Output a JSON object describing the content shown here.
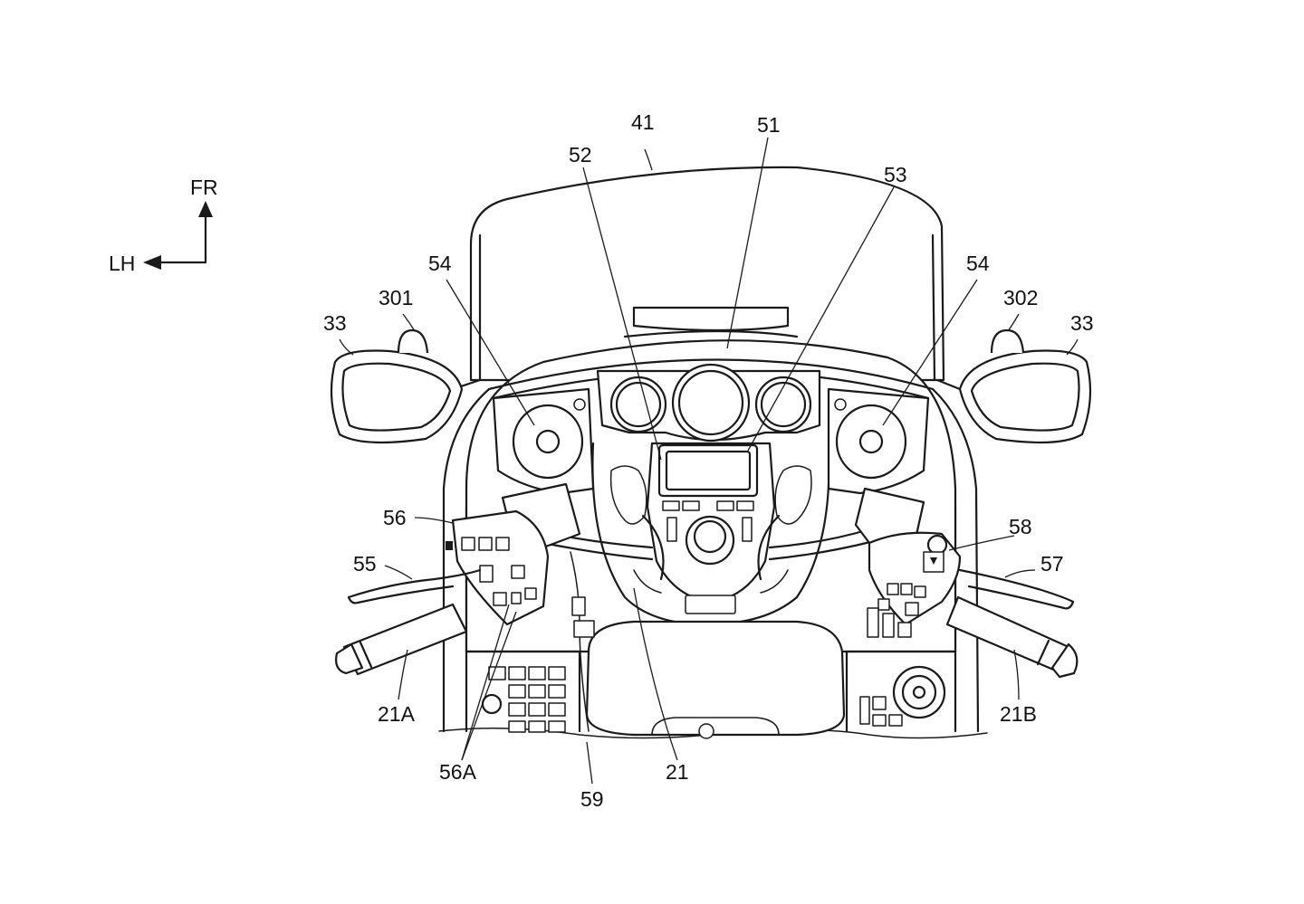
{
  "orientation": {
    "front_label": "FR",
    "left_label": "LH"
  },
  "reference_labels": {
    "windscreen": "41",
    "meter_panel": "51",
    "cover_52": "52",
    "display_53": "53",
    "speaker_left": "54",
    "speaker_right": "54",
    "mirror_left": "33",
    "mirror_right": "33",
    "switch_301": "301",
    "switch_302": "302",
    "left_switch_box": "56",
    "left_switch_box_sub": "56A",
    "clutch_lever": "55",
    "brake_lever": "57",
    "right_switch_box": "58",
    "left_grip": "21A",
    "right_grip": "21B",
    "handlebar": "21",
    "cable_59": "59"
  },
  "colors": {
    "line": "#1a1a1a",
    "background": "#ffffff"
  }
}
